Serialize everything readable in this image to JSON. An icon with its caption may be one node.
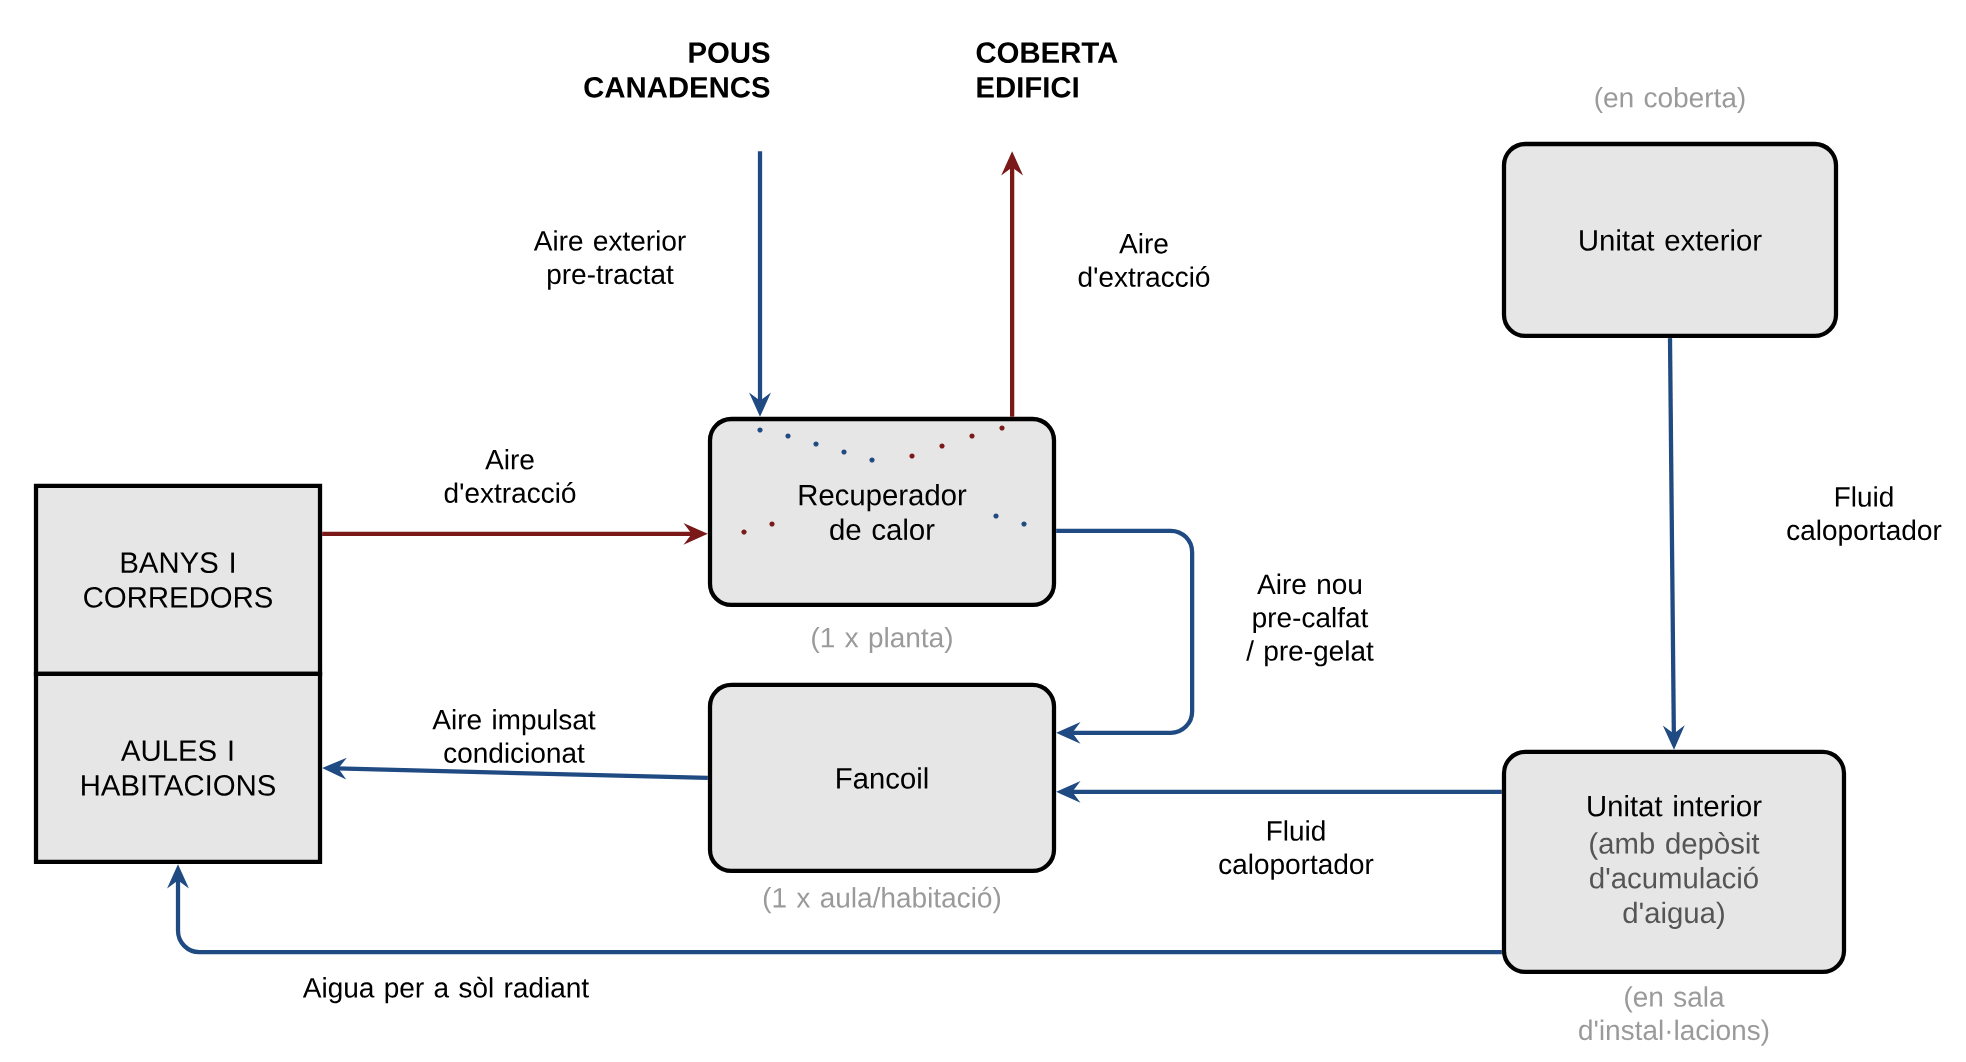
{
  "diagram": {
    "nodes": [
      {
        "text": [
          "POUS CANADENCS"
        ]
      },
      {
        "text": [
          "COBERTA EDIFICI"
        ]
      },
      {
        "text": [
          "Unitat exterior"
        ],
        "beside": [
          "(en coberta)"
        ]
      },
      {
        "text": [
          "BANYS I CORREDORS"
        ]
      },
      {
        "text": [
          "Recuperador de calor"
        ],
        "beside": [
          "(1 x planta)"
        ]
      },
      {
        "text": [
          "AULES I HABITACIONS"
        ]
      },
      {
        "text": [
          "Fancoil"
        ],
        "beside": [
          "(1 x aula/habitació)"
        ]
      },
      {
        "text": [
          "Unitat interior",
          "(amb depòsit d'acumulació d'aigua)"
        ],
        "beside": [
          "(en sala d'instal·lacions)"
        ]
      }
    ],
    "edges": [
      {
        "from": 0,
        "to": 4,
        "arrow": "to",
        "label": "Aire exterior pre-tractat"
      },
      {
        "from": 4,
        "to": 1,
        "arrow": "to",
        "label": "Aire d'extracció",
        "color": "#7b1818"
      },
      {
        "from": 3,
        "to": 4,
        "arrow": "to",
        "label": "Aire d'extracció",
        "color": "#7b1818"
      },
      {
        "from": 4,
        "to": 6,
        "arrow": "to",
        "label": "Aire nou pre-calfat / pre-gelat"
      },
      {
        "from": 2,
        "to": 7,
        "arrow": "to",
        "label": "Fluid caloportador"
      },
      {
        "from": 7,
        "to": 6,
        "arrow": "to",
        "label": "Fluid caloportador"
      },
      {
        "from": 6,
        "to": 5,
        "arrow": "to",
        "label": "Aire impulsat condicionat"
      },
      {
        "from": 7,
        "to": 5,
        "arrow": "to",
        "label": "Aigua per a sòl radiant"
      }
    ]
  }
}
